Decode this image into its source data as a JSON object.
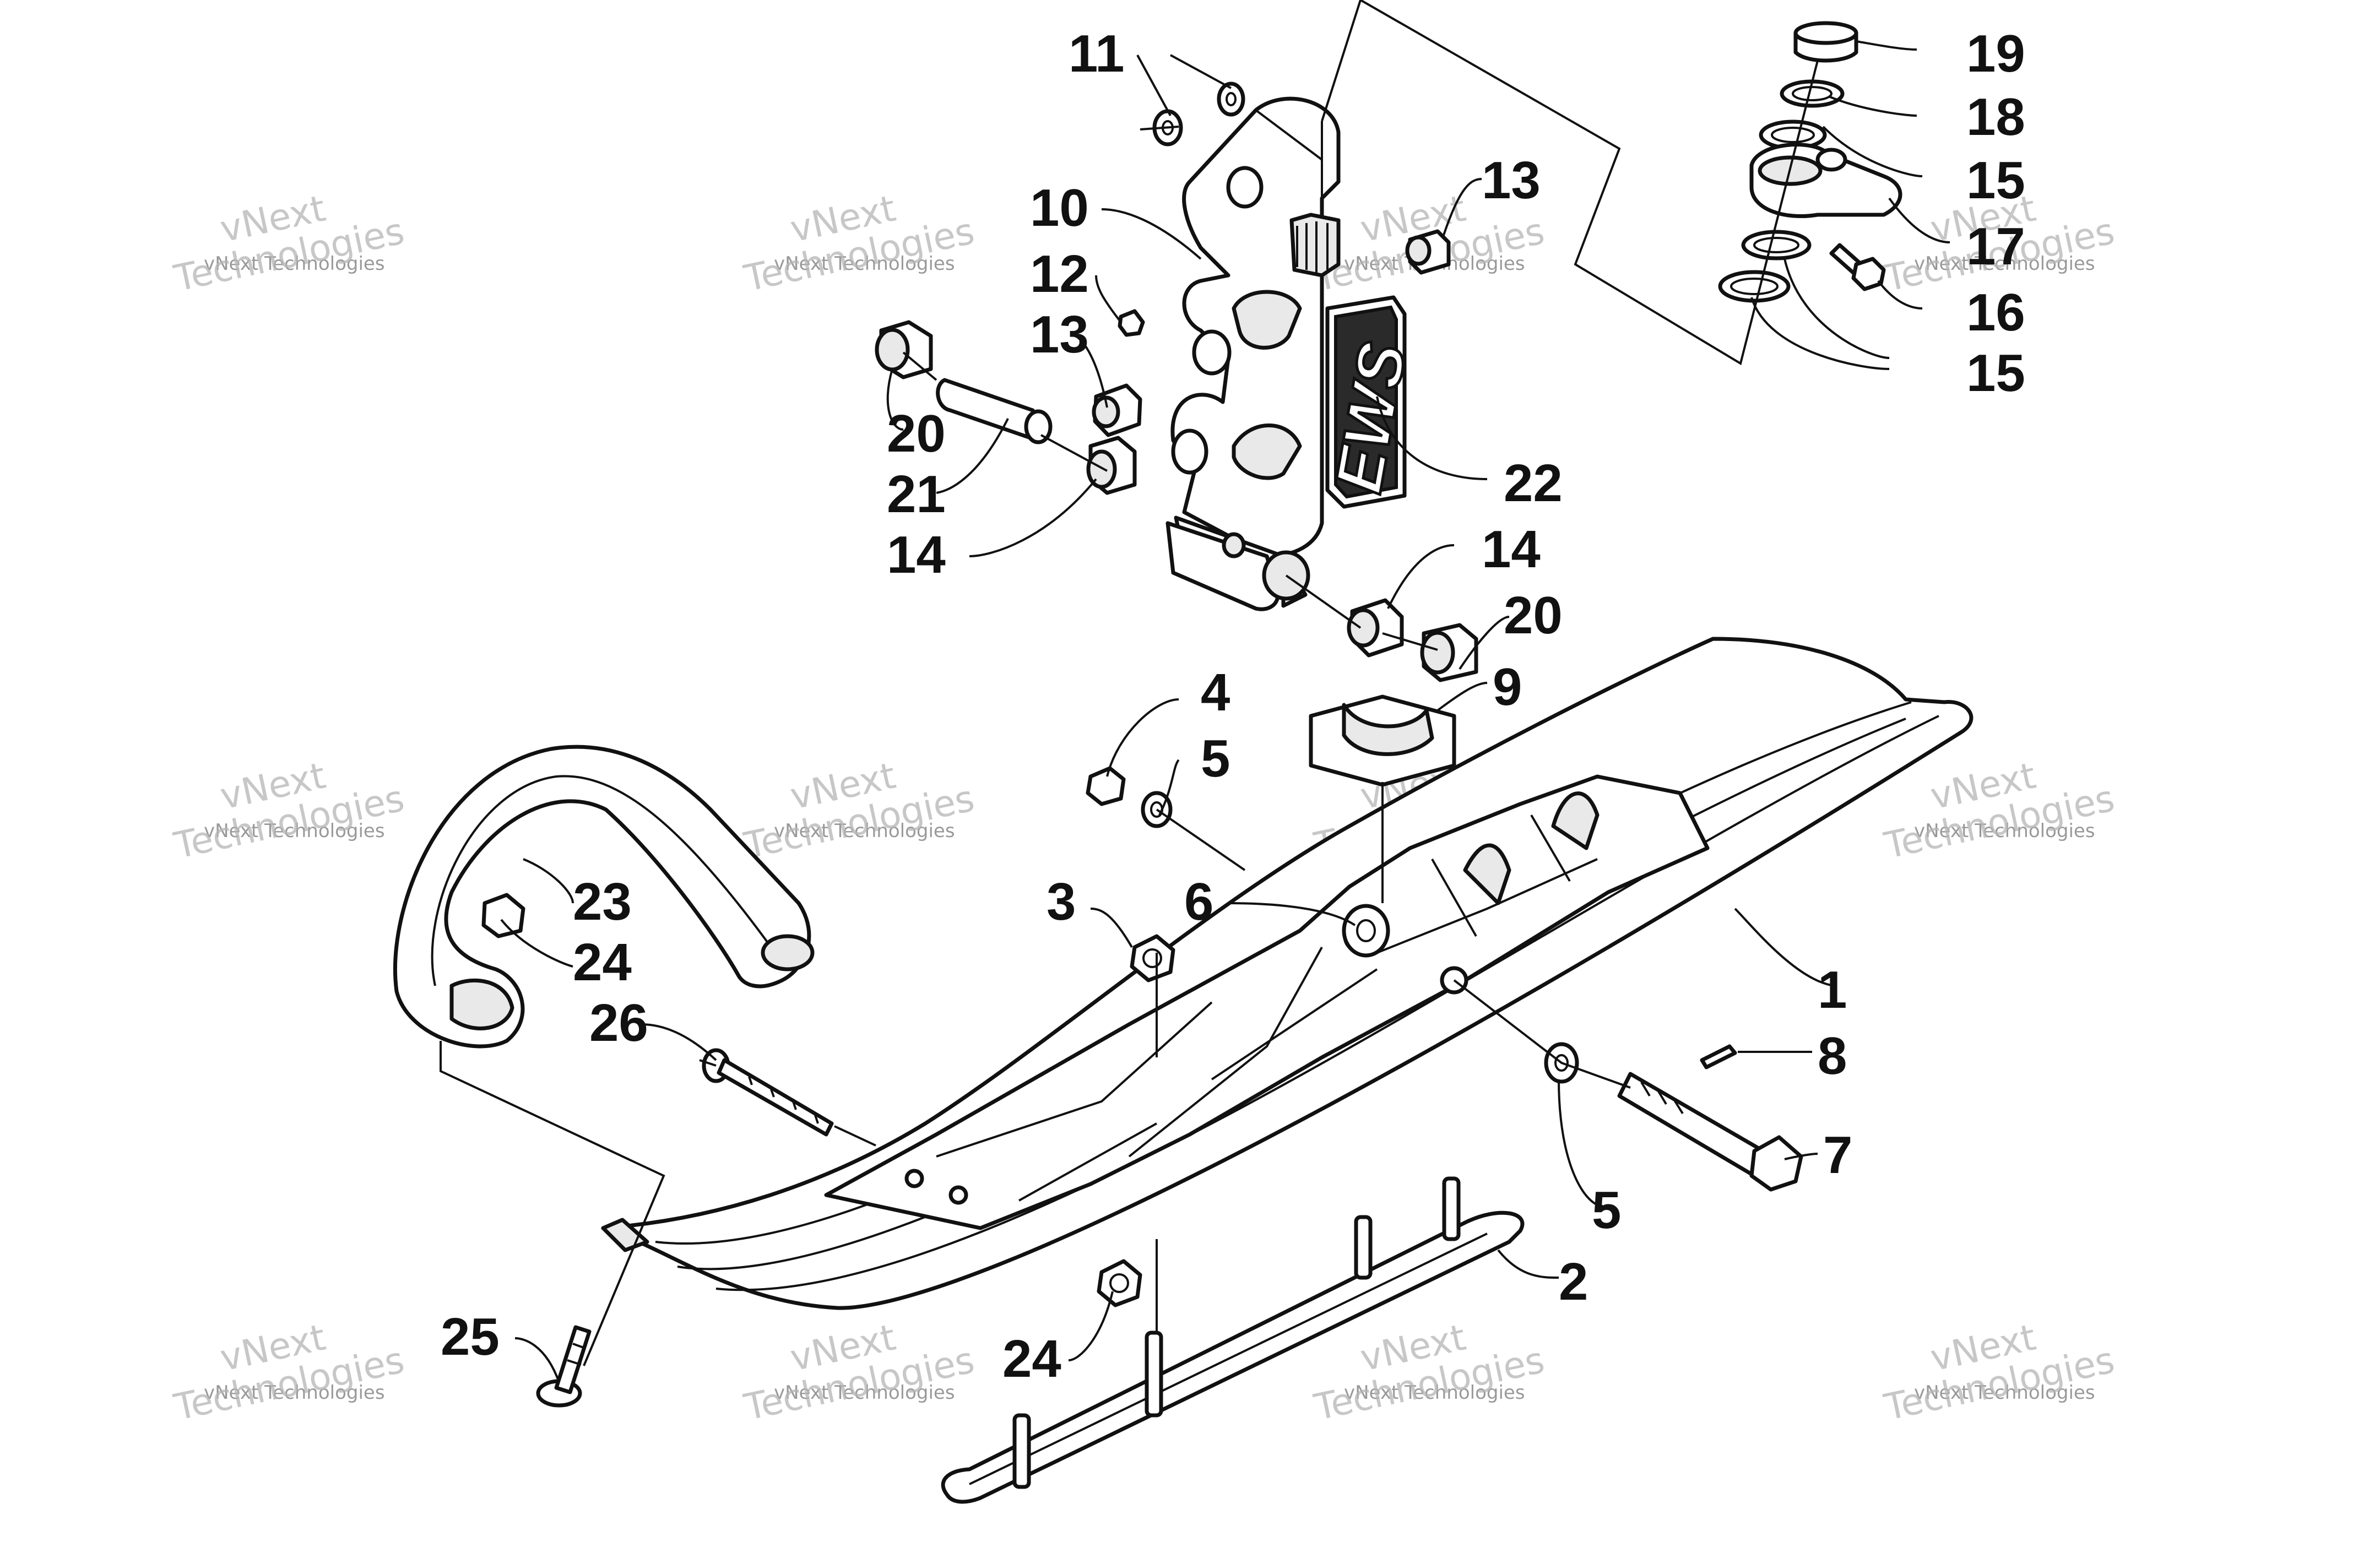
{
  "diagram": {
    "callouts": [
      {
        "id": "c1",
        "label": "1"
      },
      {
        "id": "c2",
        "label": "2"
      },
      {
        "id": "c3",
        "label": "3"
      },
      {
        "id": "c4",
        "label": "4"
      },
      {
        "id": "c5a",
        "label": "5"
      },
      {
        "id": "c5b",
        "label": "5"
      },
      {
        "id": "c6",
        "label": "6"
      },
      {
        "id": "c7",
        "label": "7"
      },
      {
        "id": "c8",
        "label": "8"
      },
      {
        "id": "c9",
        "label": "9"
      },
      {
        "id": "c10",
        "label": "10"
      },
      {
        "id": "c11",
        "label": "11"
      },
      {
        "id": "c12",
        "label": "12"
      },
      {
        "id": "c13a",
        "label": "13"
      },
      {
        "id": "c13b",
        "label": "13"
      },
      {
        "id": "c14a",
        "label": "14"
      },
      {
        "id": "c14b",
        "label": "14"
      },
      {
        "id": "c15a",
        "label": "15"
      },
      {
        "id": "c15b",
        "label": "15"
      },
      {
        "id": "c16",
        "label": "16"
      },
      {
        "id": "c17",
        "label": "17"
      },
      {
        "id": "c18",
        "label": "18"
      },
      {
        "id": "c19",
        "label": "19"
      },
      {
        "id": "c20a",
        "label": "20"
      },
      {
        "id": "c20b",
        "label": "20"
      },
      {
        "id": "c21",
        "label": "21"
      },
      {
        "id": "c22",
        "label": "22"
      },
      {
        "id": "c23",
        "label": "23"
      },
      {
        "id": "c24a",
        "label": "24"
      },
      {
        "id": "c24b",
        "label": "24"
      },
      {
        "id": "c25",
        "label": "25"
      },
      {
        "id": "c26",
        "label": "26"
      }
    ],
    "logo_text": "EWS",
    "watermark": {
      "line1": "vNext",
      "line2": "Technologies",
      "small": "vNext Technologies"
    }
  }
}
